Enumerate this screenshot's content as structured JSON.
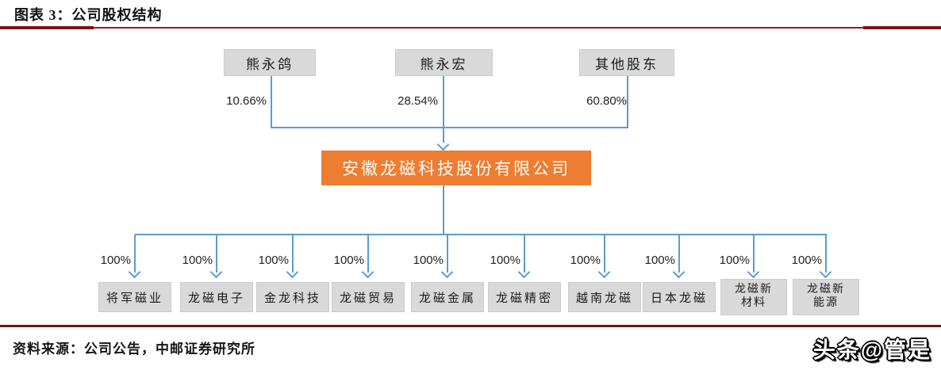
{
  "page": {
    "title": "图表 3：公司股权结构",
    "source": "资料来源：公司公告，中邮证券研究所",
    "watermark": "头条@管是"
  },
  "colors": {
    "rule_red": "#9A1A1A",
    "rule_red_dark": "#7E0F0F",
    "box_gray": "#D9D9D9",
    "line_blue": "#5B9BD5",
    "company_orange": "#ED7D31"
  },
  "diagram": {
    "shareholders": [
      {
        "name": "熊永鸽",
        "share": "10.66%"
      },
      {
        "name": "熊永宏",
        "share": "28.54%"
      },
      {
        "name": "其他股东",
        "share": "60.80%"
      }
    ],
    "company": {
      "name": "安徽龙磁科技股份有限公司"
    },
    "subsidiaries": [
      {
        "name": "将军磁业",
        "share": "100%"
      },
      {
        "name": "龙磁电子",
        "share": "100%"
      },
      {
        "name": "金龙科技",
        "share": "100%"
      },
      {
        "name": "龙磁贸易",
        "share": "100%"
      },
      {
        "name": "龙磁金属",
        "share": "100%"
      },
      {
        "name": "龙磁精密",
        "share": "100%"
      },
      {
        "name": "越南龙磁",
        "share": "100%"
      },
      {
        "name": "日本龙磁",
        "share": "100%"
      },
      {
        "name": "龙磁新材料",
        "share": "100%"
      },
      {
        "name": "龙磁新能源",
        "share": "100%"
      }
    ]
  }
}
